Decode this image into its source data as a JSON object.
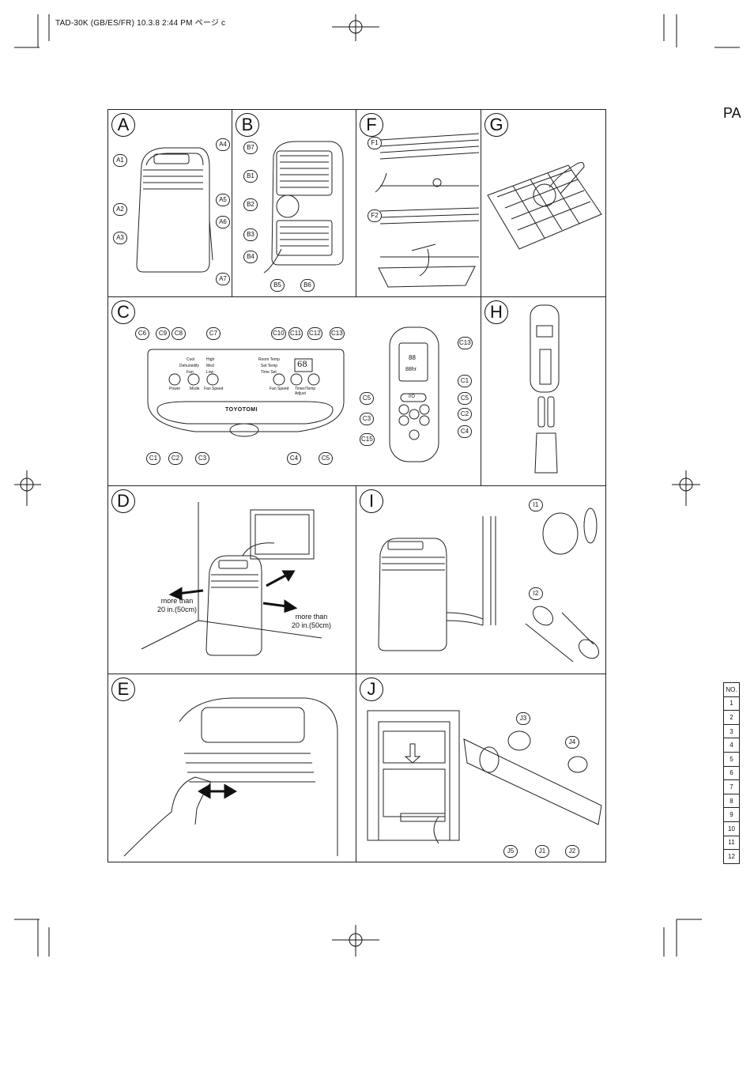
{
  "header": {
    "print_line": "TAD-30K (GB/ES/FR)  10.3.8 2:44 PM  ページ c"
  },
  "page_tag": "PA",
  "panels": {
    "A": {
      "letter": "A",
      "callouts": [
        "A1",
        "A2",
        "A3",
        "A4",
        "A5",
        "A6",
        "A7"
      ]
    },
    "B": {
      "letter": "B",
      "callouts": [
        "B7",
        "B1",
        "B2",
        "B3",
        "B4",
        "B5",
        "B6"
      ]
    },
    "F": {
      "letter": "F",
      "callouts": [
        "F1",
        "F2"
      ]
    },
    "G": {
      "letter": "G"
    },
    "C": {
      "letter": "C",
      "top_callouts": [
        "C6",
        "C9",
        "C8",
        "C7",
        "C10",
        "C11",
        "C12",
        "C13"
      ],
      "bottom_callouts": [
        "C1",
        "C2",
        "C3",
        "C4",
        "C5"
      ],
      "remote_callouts": [
        "C13",
        "C1",
        "C5",
        "C5",
        "C2",
        "C3",
        "C4",
        "C15"
      ],
      "mode_labels": [
        "Cool",
        "Dehumidify",
        "Fan"
      ],
      "speed_labels": [
        "High",
        "Med",
        "Low"
      ],
      "setting_labels": [
        "Room Temp",
        "Set Temp",
        "Time Set"
      ],
      "display_value": "68",
      "button_labels": [
        "Power",
        "Mode",
        "Fan Speed",
        "Fan Speed",
        "Timer/Temp Adjust"
      ],
      "brand": "TOYOTOMI",
      "remote_display_value": "88",
      "remote_timer_value": "88hr",
      "remote_power_label": "I/O"
    },
    "H": {
      "letter": "H"
    },
    "D": {
      "letter": "D",
      "clearance_left": "more than\n20 in.(50cm)",
      "clearance_right": "more than\n20 in.(50cm)"
    },
    "I": {
      "letter": "I",
      "callouts": [
        "I1",
        "I2"
      ]
    },
    "E": {
      "letter": "E"
    },
    "J": {
      "letter": "J",
      "callouts": [
        "J3",
        "J4",
        "J5",
        "J1",
        "J2"
      ]
    }
  },
  "number_table": {
    "header": "NO.",
    "rows": [
      "1",
      "2",
      "3",
      "4",
      "5",
      "6",
      "7",
      "8",
      "9",
      "10",
      "11",
      "12"
    ]
  }
}
